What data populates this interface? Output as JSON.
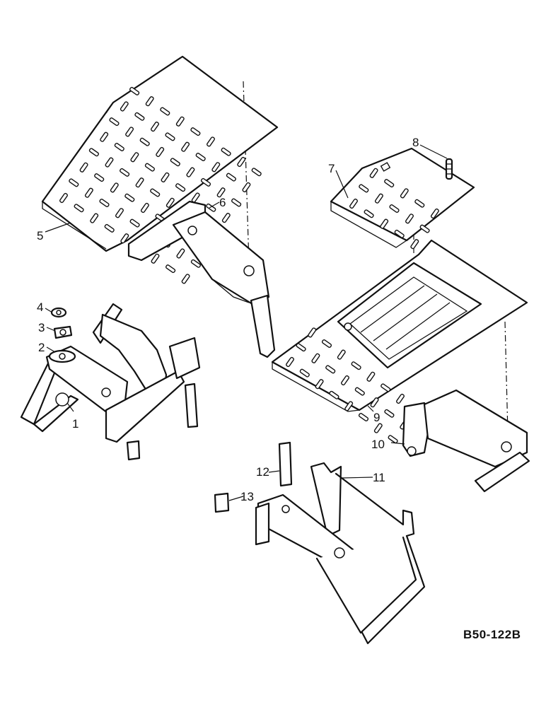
{
  "callouts": {
    "c1": "1",
    "c2": "2",
    "c3": "3",
    "c4": "4",
    "c5": "5",
    "c6": "6",
    "c7": "7",
    "c8": "8",
    "c9": "9",
    "c10": "10",
    "c11": "11",
    "c12": "12",
    "c13": "13"
  },
  "drawing_code": "B50-122B"
}
